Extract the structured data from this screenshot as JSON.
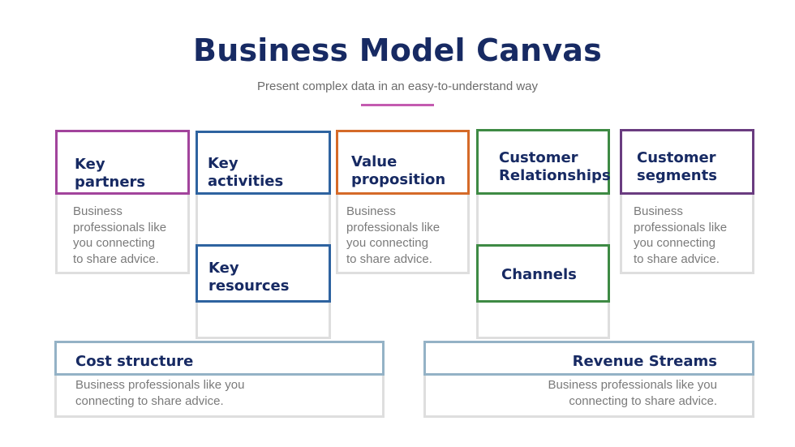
{
  "title": "Business Model Canvas",
  "subtitle": "Present complex data in an easy-to-understand way",
  "colors": {
    "title": "#172a63",
    "accent_line": "#c45bb0",
    "key_partners": "#a2449c",
    "key_activities": "#2e63a0",
    "key_resources": "#2e63a0",
    "value_proposition": "#d56a29",
    "customer_relationships": "#3e8a44",
    "channels": "#3e8a44",
    "customer_segments": "#6a3c80",
    "cost_structure": "#94b2c6",
    "revenue_streams": "#94b2c6"
  },
  "blocks": {
    "key_partners": {
      "label_line1": "Key",
      "label_line2": "partners",
      "text_line1": "Business",
      "text_line2": "professionals like",
      "text_line3": "you connecting",
      "text_line4": "to share advice."
    },
    "key_activities": {
      "label_line1": "Key",
      "label_line2": "activities"
    },
    "key_resources": {
      "label_line1": "Key",
      "label_line2": "resources"
    },
    "value_proposition": {
      "label_line1": "Value",
      "label_line2": "proposition",
      "text_line1": "Business",
      "text_line2": "professionals like",
      "text_line3": "you connecting",
      "text_line4": "to share advice."
    },
    "customer_relationships": {
      "label_line1": "Customer",
      "label_line2": "Relationships"
    },
    "channels": {
      "label": "Channels"
    },
    "customer_segments": {
      "label_line1": "Customer",
      "label_line2": "segments",
      "text_line1": "Business",
      "text_line2": "professionals like",
      "text_line3": "you connecting",
      "text_line4": "to share advice."
    },
    "cost_structure": {
      "label": "Cost structure",
      "text_line1": "Business professionals like you",
      "text_line2": "connecting to share advice."
    },
    "revenue_streams": {
      "label": "Revenue Streams",
      "text_line1": "Business professionals like you",
      "text_line2": "connecting to share advice."
    }
  }
}
